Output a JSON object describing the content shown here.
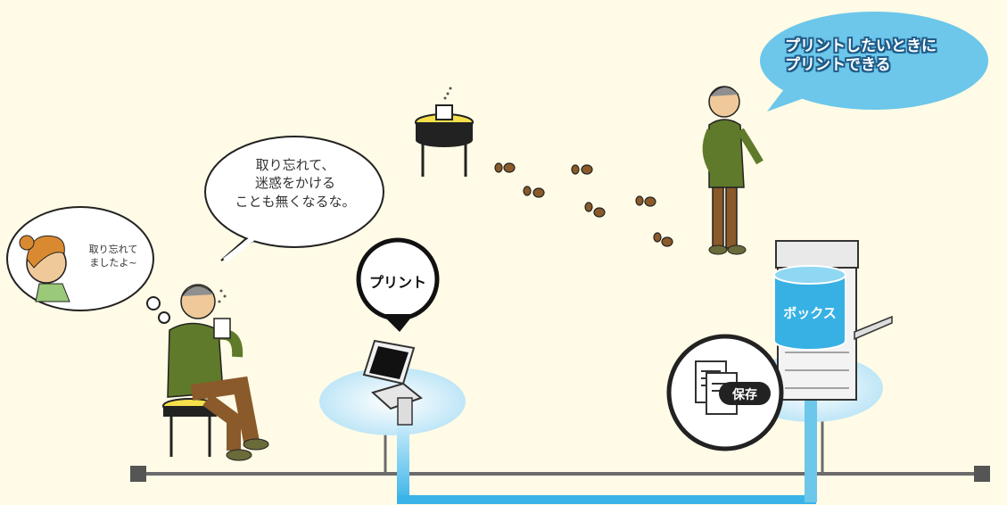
{
  "speech": {
    "woman": [
      "取り忘れて",
      "ましたよ~"
    ],
    "man_sitting": [
      "取り忘れて、",
      "迷惑をかける",
      "ことも無くなるな。"
    ],
    "callout": [
      "プリントしたいときに",
      "プリントできる"
    ]
  },
  "labels": {
    "print": "プリント",
    "box": "ボックス",
    "save": "保存"
  },
  "colors": {
    "background": "#fffbe6",
    "callout_bubble": "#6cc7ea",
    "box_cylinder": "#37b1e4",
    "flow_line": "#3ab4e8",
    "network_line": "#6b6b6b",
    "shirt": "#5f7a2a",
    "pants": "#8a5a2a"
  }
}
